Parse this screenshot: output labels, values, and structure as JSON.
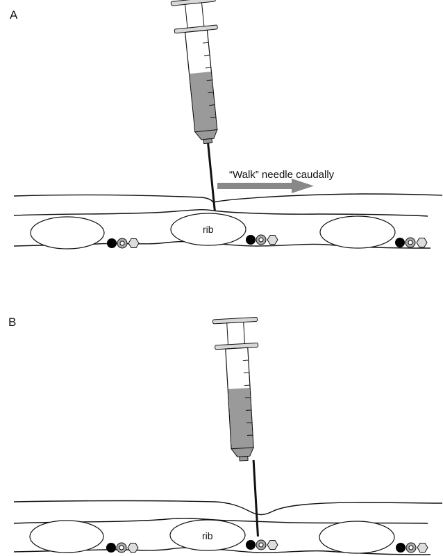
{
  "panels": [
    {
      "label": "A",
      "rib_label": "rib",
      "arrow_text": "“Walk” needle caudally"
    },
    {
      "label": "B",
      "rib_label": "rib"
    }
  ],
  "colors": {
    "line": "#111111",
    "syringe_fill": "#9a9a9a",
    "plunger": "#d8d8d8",
    "arrow": "#888888",
    "vein": "#000000",
    "artery": "#aaaaaa",
    "nerve": "#dddddd"
  }
}
